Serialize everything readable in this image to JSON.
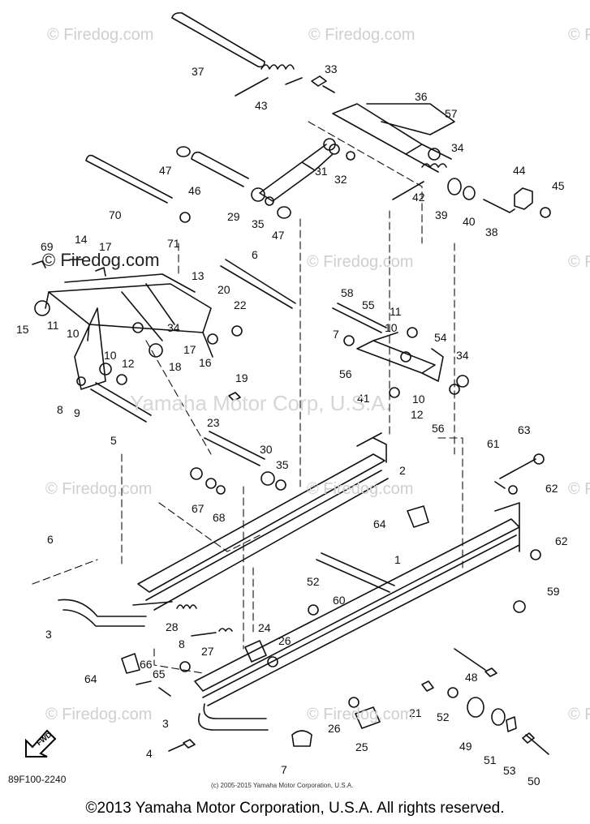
{
  "watermarks": [
    "© Firedog.com",
    "© Firedog.com",
    "© Firedog.com",
    "© Firedog.com",
    "© Firedog.com",
    "© Firedog.com",
    "© Firedog.com",
    "© Firedog.com",
    "© Firedog.com",
    "© Firedog.com",
    "© Firedog.com",
    "© Firedog.com",
    "© Firedog.com",
    "©"
  ],
  "watermark_main": "© Firedog.com",
  "watermark_center": "Yamaha Motor Corp, U.S.A.",
  "diagram_code": "89F100-2240",
  "small_copyright": "(c) 2005-2015 Yamaha Motor Corporation, U.S.A.",
  "footer": "©2013 Yamaha Motor Corporation, U.S.A. All rights reserved.",
  "fwd_label": "FWD",
  "colors": {
    "ink": "#111111",
    "watermark": "#cfcfcf",
    "background": "#ffffff"
  },
  "callouts": [
    {
      "n": "37"
    },
    {
      "n": "43"
    },
    {
      "n": "33"
    },
    {
      "n": "36"
    },
    {
      "n": "57"
    },
    {
      "n": "34"
    },
    {
      "n": "31"
    },
    {
      "n": "32"
    },
    {
      "n": "44"
    },
    {
      "n": "45"
    },
    {
      "n": "47"
    },
    {
      "n": "46"
    },
    {
      "n": "70"
    },
    {
      "n": "29"
    },
    {
      "n": "35"
    },
    {
      "n": "47"
    },
    {
      "n": "42"
    },
    {
      "n": "39"
    },
    {
      "n": "40"
    },
    {
      "n": "38"
    },
    {
      "n": "71"
    },
    {
      "n": "69"
    },
    {
      "n": "14"
    },
    {
      "n": "17"
    },
    {
      "n": "6"
    },
    {
      "n": "13"
    },
    {
      "n": "20"
    },
    {
      "n": "22"
    },
    {
      "n": "58"
    },
    {
      "n": "55"
    },
    {
      "n": "11"
    },
    {
      "n": "15"
    },
    {
      "n": "11"
    },
    {
      "n": "10"
    },
    {
      "n": "34"
    },
    {
      "n": "17"
    },
    {
      "n": "16"
    },
    {
      "n": "10"
    },
    {
      "n": "12"
    },
    {
      "n": "18"
    },
    {
      "n": "19"
    },
    {
      "n": "7"
    },
    {
      "n": "10"
    },
    {
      "n": "54"
    },
    {
      "n": "34"
    },
    {
      "n": "56"
    },
    {
      "n": "41"
    },
    {
      "n": "10"
    },
    {
      "n": "12"
    },
    {
      "n": "56"
    },
    {
      "n": "8"
    },
    {
      "n": "9"
    },
    {
      "n": "5"
    },
    {
      "n": "23"
    },
    {
      "n": "30"
    },
    {
      "n": "35"
    },
    {
      "n": "63"
    },
    {
      "n": "61"
    },
    {
      "n": "62"
    },
    {
      "n": "2"
    },
    {
      "n": "67"
    },
    {
      "n": "68"
    },
    {
      "n": "64"
    },
    {
      "n": "62"
    },
    {
      "n": "6"
    },
    {
      "n": "1"
    },
    {
      "n": "52"
    },
    {
      "n": "60"
    },
    {
      "n": "59"
    },
    {
      "n": "3"
    },
    {
      "n": "28"
    },
    {
      "n": "24"
    },
    {
      "n": "26"
    },
    {
      "n": "8"
    },
    {
      "n": "27"
    },
    {
      "n": "48"
    },
    {
      "n": "64"
    },
    {
      "n": "66"
    },
    {
      "n": "65"
    },
    {
      "n": "21"
    },
    {
      "n": "52"
    },
    {
      "n": "3"
    },
    {
      "n": "26"
    },
    {
      "n": "25"
    },
    {
      "n": "49"
    },
    {
      "n": "51"
    },
    {
      "n": "53"
    },
    {
      "n": "50"
    },
    {
      "n": "4"
    },
    {
      "n": "7"
    }
  ]
}
